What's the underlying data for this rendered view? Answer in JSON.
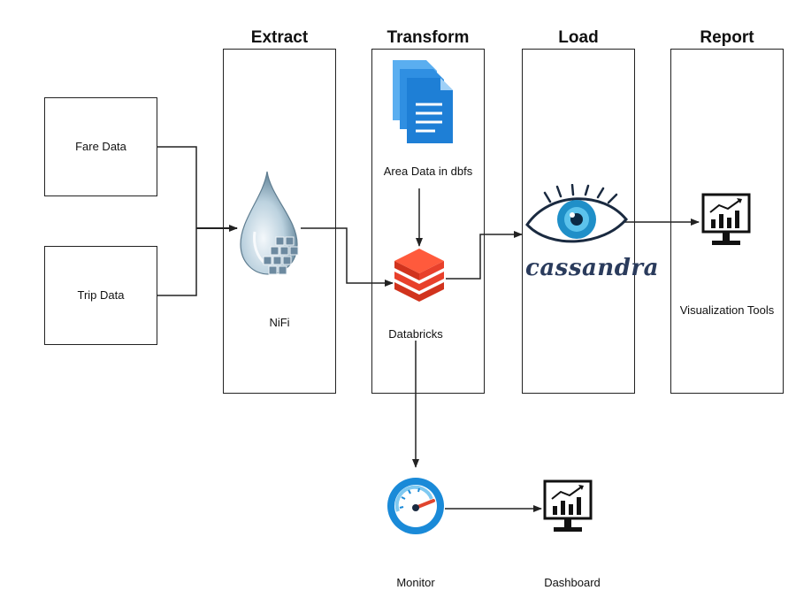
{
  "headers": {
    "extract": "Extract",
    "transform": "Transform",
    "load": "Load",
    "report": "Report"
  },
  "sources": {
    "fare": "Fare Data",
    "trip": "Trip Data"
  },
  "nodes": {
    "nifi": "NiFi",
    "area_data": "Area Data in dbfs",
    "databricks": "Databricks",
    "cassandra_logo_text": "cassandra",
    "visualization": "Visualization Tools",
    "monitor": "Monitor",
    "dashboard": "Dashboard"
  },
  "icons": {
    "nifi": "water-drop-icon",
    "area_data": "document-stack-icon",
    "databricks": "databricks-layers-icon",
    "cassandra": "cassandra-eye-icon",
    "visualization": "chart-monitor-icon",
    "monitor": "gauge-icon",
    "dashboard": "chart-monitor-icon"
  },
  "colors": {
    "stroke": "#222222",
    "databricks": "#e8402b",
    "document": "#1e7fd6",
    "gauge": "#1a8ad8",
    "cassandra_text": "#2a3b5c"
  }
}
